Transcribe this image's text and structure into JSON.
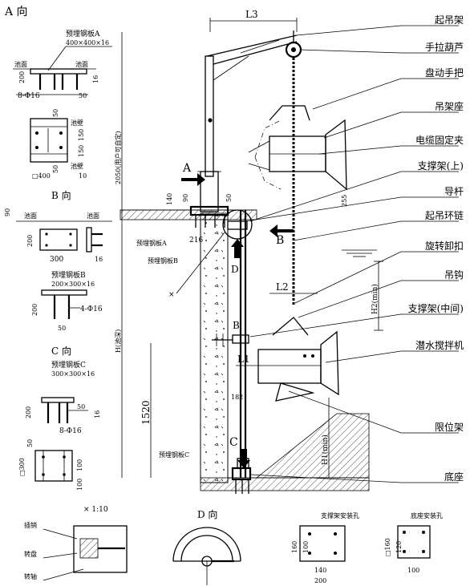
{
  "view_titles": {
    "view_a": "A 向",
    "view_b": "B 向",
    "view_c": "C 向",
    "view_d": "D 向",
    "scale": "× 1:10"
  },
  "callouts": [
    "起吊架",
    "手拉葫芦",
    "盘动手把",
    "吊架座",
    "电缆固定夹",
    "支撑架(上)",
    "导杆",
    "起吊环链",
    "旋转卸扣",
    "吊钩",
    "支撑架(中间)",
    "潜水搅拌机",
    "限位架",
    "底座"
  ],
  "plate_a": {
    "title": "预埋钢板A",
    "size": "400×400×16"
  },
  "plate_b": {
    "title": "预埋钢板B",
    "size": "200×300×16"
  },
  "plate_c": {
    "title": "预埋钢板C",
    "size": "300×300×16"
  },
  "main_labels": {
    "L3": "L3",
    "L2": "L2",
    "L1": "L1",
    "h2050": "2050(用户可自定)",
    "h_pool": "H(池深)",
    "h2": "H2(min)",
    "h1": "H1(min)",
    "d1520": "1520",
    "d182": "182",
    "d140": "140",
    "d90": "90",
    "d50": "50",
    "d255": "255",
    "d216": "216",
    "mark_A": "A",
    "mark_B": "B",
    "mark_B2": "B",
    "mark_C": "C",
    "mark_D": "D",
    "plate_a_tag": "预埋钢板A",
    "plate_b_tag": "预埋钢板B",
    "plate_c_tag": "预埋钢板C",
    "cross": "×"
  },
  "view_a_dims": {
    "chimian1": "池面",
    "chimian2": "池面",
    "chibi1": "池壁",
    "chibi2": "池壁",
    "d200": "200",
    "d16": "16",
    "bolts": "8-Φ16",
    "d50": "50",
    "d50b": "50",
    "d50c": "50",
    "d150": "150",
    "d150b": "150",
    "sq400": "□400",
    "d10": "10"
  },
  "view_b_dims": {
    "d90": "90",
    "chimian1": "池面",
    "chimian2": "池面",
    "d200": "200",
    "d300": "300",
    "d16": "16",
    "bolts": "4-Φ16",
    "d200b": "200",
    "d50": "50"
  },
  "view_c_dims": {
    "d50": "50",
    "d16": "16",
    "d200": "200",
    "bolts": "8-Φ16",
    "d50b": "50",
    "sq300": "□300",
    "d100": "100",
    "d100b": "100"
  },
  "detail_labels": {
    "pin": "插销",
    "disc": "转盘",
    "shaft": "转轴",
    "bracket_holes": "支撑架安装孔",
    "base_holes": "底座安装孔",
    "d160": "160",
    "d100": "100",
    "d140": "140",
    "d200": "200",
    "sq160": "□160",
    "d120": "120",
    "d100b": "100"
  }
}
